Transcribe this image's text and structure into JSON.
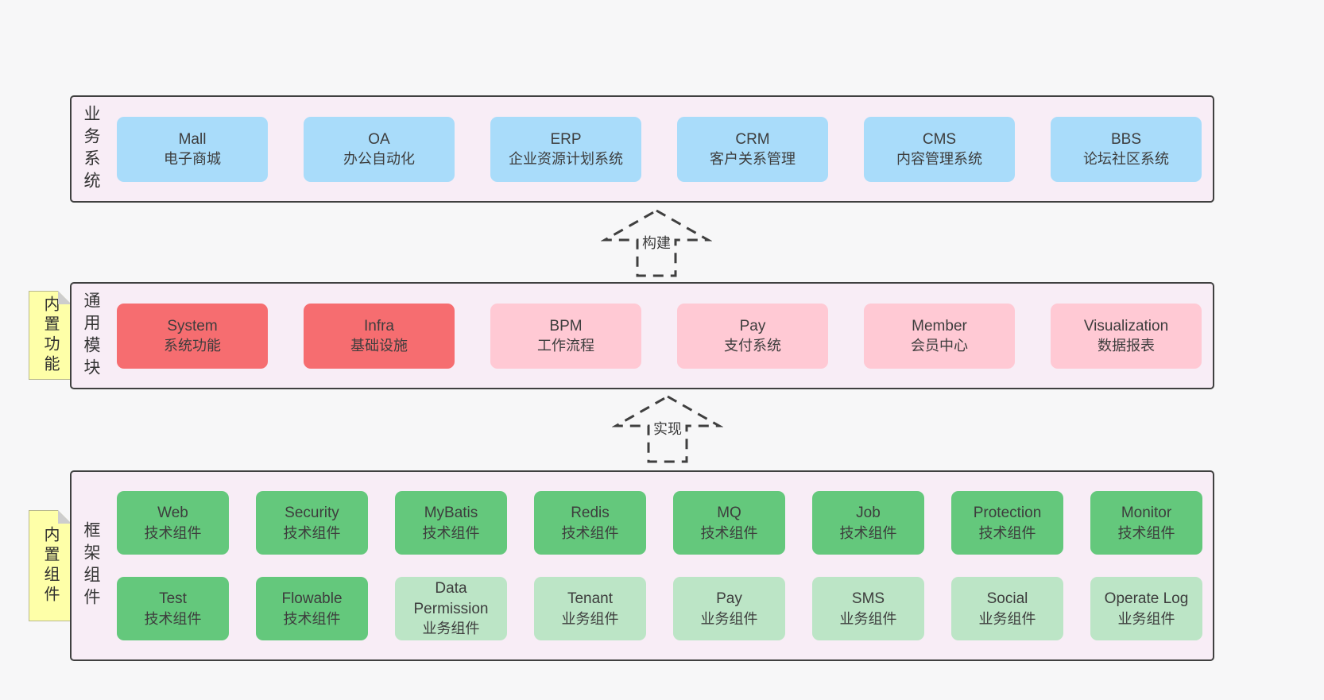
{
  "colors": {
    "page_bg": "#f7f7f8",
    "section_bg": "#f8edf6",
    "section_border": "#404040",
    "blue": "#a9dcfa",
    "red": "#f66d70",
    "pink": "#ffc9d4",
    "green": "#64c87c",
    "lightgreen": "#bce5c6",
    "tag_bg": "#feffa8",
    "tag_fold": "#cdcdcd"
  },
  "arrows": [
    {
      "label": "构建"
    },
    {
      "label": "实现"
    }
  ],
  "sections": [
    {
      "label": "业务系统",
      "tag": null,
      "rows": [
        [
          {
            "name": "Mall",
            "desc": "电子商城",
            "variant": "blue"
          },
          {
            "name": "OA",
            "desc": "办公自动化",
            "variant": "blue"
          },
          {
            "name": "ERP",
            "desc": "企业资源计划系统",
            "variant": "blue"
          },
          {
            "name": "CRM",
            "desc": "客户关系管理",
            "variant": "blue"
          },
          {
            "name": "CMS",
            "desc": "内容管理系统",
            "variant": "blue"
          },
          {
            "name": "BBS",
            "desc": "论坛社区系统",
            "variant": "blue"
          }
        ]
      ]
    },
    {
      "label": "通用模块",
      "tag": "内置功能",
      "rows": [
        [
          {
            "name": "System",
            "desc": "系统功能",
            "variant": "red"
          },
          {
            "name": "Infra",
            "desc": "基础设施",
            "variant": "red"
          },
          {
            "name": "BPM",
            "desc": "工作流程",
            "variant": "pink"
          },
          {
            "name": "Pay",
            "desc": "支付系统",
            "variant": "pink"
          },
          {
            "name": "Member",
            "desc": "会员中心",
            "variant": "pink"
          },
          {
            "name": "Visualization",
            "desc": "数据报表",
            "variant": "pink"
          }
        ]
      ]
    },
    {
      "label": "框架组件",
      "tag": "内置组件",
      "rows": [
        [
          {
            "name": "Web",
            "desc": "技术组件",
            "variant": "green"
          },
          {
            "name": "Security",
            "desc": "技术组件",
            "variant": "green"
          },
          {
            "name": "MyBatis",
            "desc": "技术组件",
            "variant": "green"
          },
          {
            "name": "Redis",
            "desc": "技术组件",
            "variant": "green"
          },
          {
            "name": "MQ",
            "desc": "技术组件",
            "variant": "green"
          },
          {
            "name": "Job",
            "desc": "技术组件",
            "variant": "green"
          },
          {
            "name": "Protection",
            "desc": "技术组件",
            "variant": "green"
          },
          {
            "name": "Monitor",
            "desc": "技术组件",
            "variant": "green"
          }
        ],
        [
          {
            "name": "Test",
            "desc": "技术组件",
            "variant": "green"
          },
          {
            "name": "Flowable",
            "desc": "技术组件",
            "variant": "green"
          },
          {
            "name": "Data Permission",
            "desc": "业务组件",
            "variant": "lightgreen"
          },
          {
            "name": "Tenant",
            "desc": "业务组件",
            "variant": "lightgreen"
          },
          {
            "name": "Pay",
            "desc": "业务组件",
            "variant": "lightgreen"
          },
          {
            "name": "SMS",
            "desc": "业务组件",
            "variant": "lightgreen"
          },
          {
            "name": "Social",
            "desc": "业务组件",
            "variant": "lightgreen"
          },
          {
            "name": "Operate Log",
            "desc": "业务组件",
            "variant": "lightgreen"
          }
        ]
      ]
    }
  ]
}
